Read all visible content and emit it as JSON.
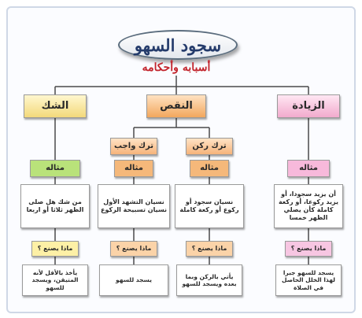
{
  "title": "سجود السهو",
  "subtitle": "أسبابه وأحكامه",
  "columns": [
    {
      "id": "shak",
      "label": "الشك",
      "example": "مثاله",
      "description": "من شك هل صلى الظهر ثلاثا أو اربعا",
      "what_label": "ماذا يصنع ؟",
      "result": "يأخذ بالأقل لأنه المتيقن، ويسجد للسهو"
    },
    {
      "id": "naqs",
      "label": "النقص",
      "branches": [
        {
          "id": "wajib",
          "label": "ترك واجب",
          "example": "مثاله",
          "description": "نسيان التشهد الأول نسيان تسبيحة الركوع",
          "what_label": "ماذا يصنع ؟",
          "result": "يسجد للسهو"
        },
        {
          "id": "rukn",
          "label": "ترك ركن",
          "example": "مثاله",
          "description": "نسيان سجود أو ركوع أو ركعة كاملة",
          "what_label": "ماذا يصنع ؟",
          "result": "يأتي بالركن وبما بعده ويسجد للسهو"
        }
      ]
    },
    {
      "id": "ziyada",
      "label": "الزيادة",
      "example": "مثاله",
      "description": "أن يزيد سجودا، أو يزيد ركوعا، أو ركعة كاملة كأن يصلي الظهر خمسا",
      "what_label": "ماذا يصنع ؟",
      "result": "يسجد للسهو جبرا لهذا الخلل الحاصل في الصلاة"
    }
  ],
  "colors": {
    "title_text": "#243b6b",
    "subtitle_text": "#c2242c",
    "connector": "#4a4a4a",
    "example_green": "#b9e27a",
    "example_pink": "#f7b9db",
    "what_yellow": "#fdf0a6"
  }
}
